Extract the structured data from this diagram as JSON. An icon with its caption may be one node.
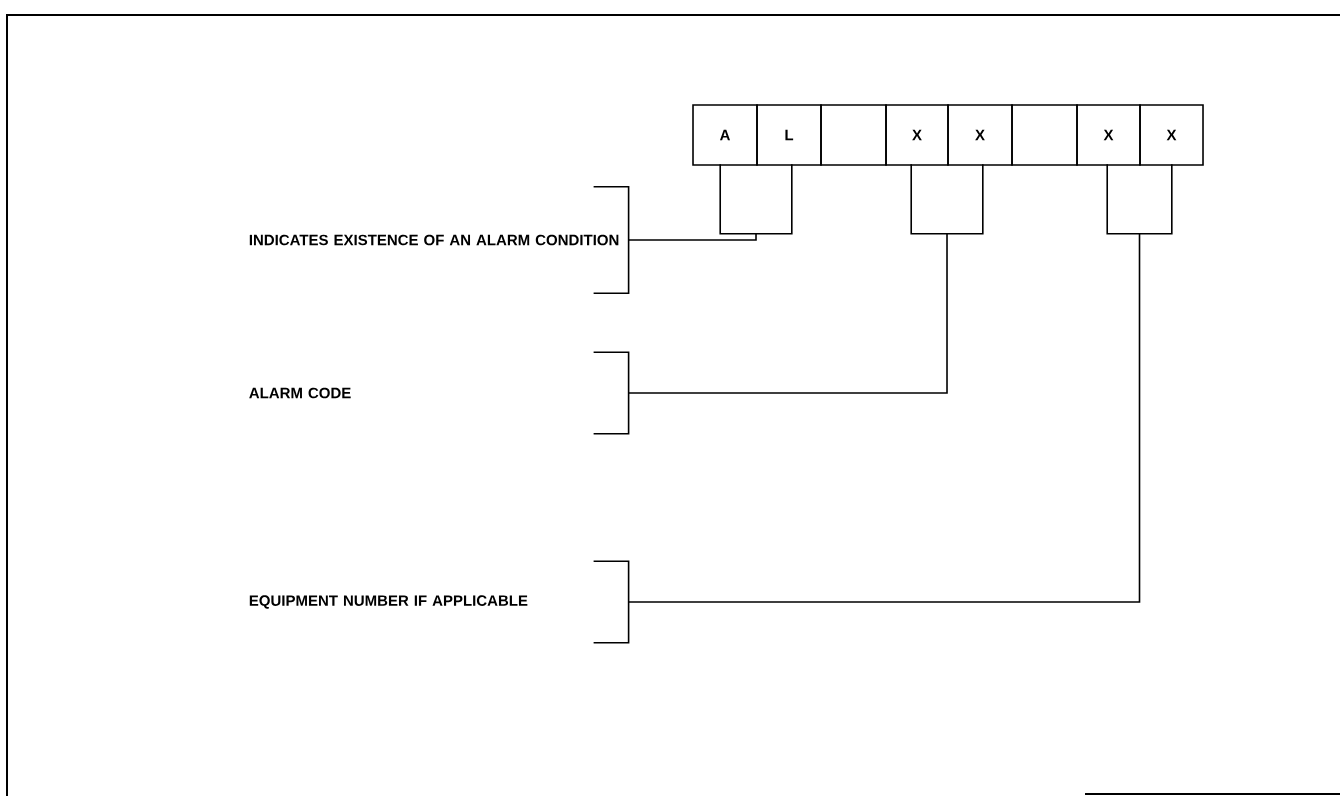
{
  "diagram": {
    "nodes": [
      {
        "text": [
          "A"
        ]
      },
      {
        "text": [
          "L"
        ]
      },
      {
        "text": [],
        "shape": "box"
      },
      {
        "text": [
          "X"
        ]
      },
      {
        "text": [
          "X"
        ]
      },
      {
        "text": [],
        "shape": "box"
      },
      {
        "text": [
          "X"
        ]
      },
      {
        "text": [
          "X"
        ]
      },
      {
        "text": [],
        "shape": "bracket"
      },
      {
        "text": [],
        "shape": "bracket"
      },
      {
        "text": [],
        "shape": "bracket"
      },
      {
        "text": [
          "INDICATES EXISTENCE OF AN ALARM CONDITION"
        ]
      },
      {
        "text": [
          "ALARM CODE"
        ]
      },
      {
        "text": [
          "EQUIPMENT NUMBER IF APPLICABLE"
        ]
      }
    ],
    "edges": [
      {
        "from": 11,
        "to": 8,
        "arrow": "none"
      },
      {
        "from": 12,
        "to": 9,
        "arrow": "none"
      },
      {
        "from": 13,
        "to": 10,
        "arrow": "none"
      }
    ]
  }
}
